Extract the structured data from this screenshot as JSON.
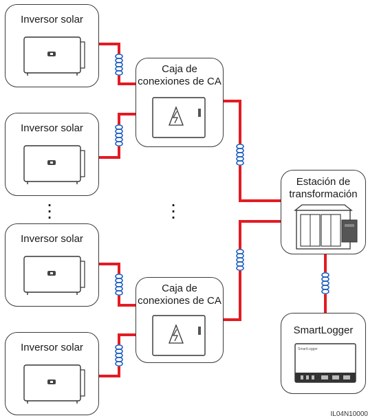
{
  "inverters": [
    {
      "label": "Inversor solar"
    },
    {
      "label": "Inversor solar"
    },
    {
      "label": "Inversor solar"
    },
    {
      "label": "Inversor solar"
    }
  ],
  "combiners": [
    {
      "label_line1": "Caja de",
      "label_line2": "conexiones de CA"
    },
    {
      "label_line1": "Caja de",
      "label_line2": "conexiones de CA"
    }
  ],
  "station": {
    "label_line1": "Estación de",
    "label_line2": "transformación"
  },
  "logger": {
    "label": "SmartLogger",
    "screen_text": "SmartLogger"
  },
  "figure_code": "IL04N10000",
  "colors": {
    "cable": "#e31b23",
    "connector": "#1f5fbf",
    "border": "#3a3a3a"
  }
}
